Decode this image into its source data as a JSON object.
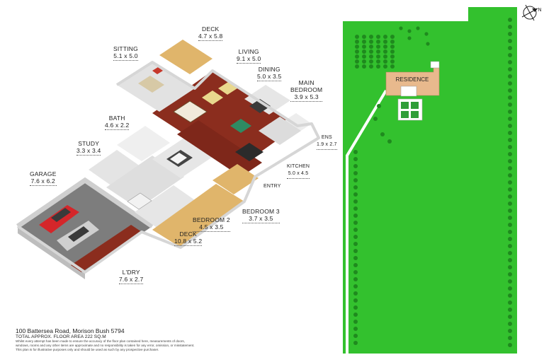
{
  "address": "100 Battersea Road, Morison Bush 5794",
  "total_area": "TOTAL APPROX. FLOOR AREA 222 SQ.M",
  "disclaimer_1": "Whilst every attempt has been made to ensure the accuracy of the floor plan contained here, measurements of doors,",
  "disclaimer_2": "windows, rooms and any other items are approximate and no responsibility is taken for any error, omission, or misstatement.",
  "disclaimer_3": "This plan is for illustrative purposes only and should be used as such by any prospective purchaser.",
  "rooms": {
    "deck_top": {
      "name": "DECK",
      "dims": "4.7 x 5.8"
    },
    "sitting": {
      "name": "SITTING",
      "dims": "5.1 x 5.0"
    },
    "living": {
      "name": "LIVING",
      "dims": "9.1 x 5.0"
    },
    "dining": {
      "name": "DINING",
      "dims": "5.0 x 3.5"
    },
    "main_bedroom": {
      "name": "MAIN",
      "name2": "BEDROOM",
      "dims": "3.9 x 5.3"
    },
    "bath": {
      "name": "BATH",
      "dims": "4.6 x 2.2"
    },
    "ens": {
      "name": "ENS",
      "dims": "1.9 x 2.7"
    },
    "study": {
      "name": "STUDY",
      "dims": "3.3 x 3.4"
    },
    "kitchen": {
      "name": "KITCHEN",
      "dims": "5.0 x 4.5"
    },
    "garage": {
      "name": "GARAGE",
      "dims": "7.6 x 6.2"
    },
    "entry": {
      "name": "ENTRY"
    },
    "bedroom3": {
      "name": "BEDROOM 3",
      "dims": "3.7 x 3.5"
    },
    "bedroom2": {
      "name": "BEDROOM 2",
      "dims": "4.5 x 3.5"
    },
    "deck_bottom": {
      "name": "DECK",
      "dims": "10.8 x 5.2"
    },
    "ldry": {
      "name": "L'DRY",
      "dims": "7.6 x 2.7"
    }
  },
  "site": {
    "residence_label": "RESIDENCE",
    "north_label": "N",
    "colors": {
      "lawn": "#33c12e",
      "tree": "#1f8a1e",
      "building": "#e8b98d",
      "road": "#ffffff"
    }
  },
  "colors": {
    "wood": "#8b2d1e",
    "deck": "#e0b56b",
    "wall": "#e9e9e9",
    "garage_floor": "#7a7a7a"
  }
}
